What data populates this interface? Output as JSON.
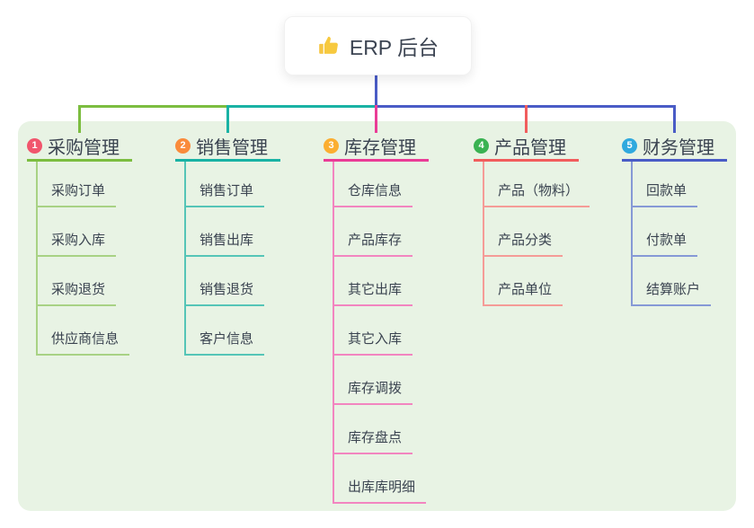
{
  "root": {
    "label": "ERP 后台",
    "icon": "thumbs-up"
  },
  "canvas": {
    "background": "#FFFFFF",
    "panel_background": "#E8F3E4",
    "root_connector_color": "#4A5CC6",
    "text_color": "#3A4350"
  },
  "branches": [
    {
      "index": "1",
      "label": "采购管理",
      "colors": {
        "badge": "#F1566D",
        "line": "#7CBD40",
        "child_line": "#A8D284"
      },
      "children": [
        "采购订单",
        "采购入库",
        "采购退货",
        "供应商信息"
      ]
    },
    {
      "index": "2",
      "label": "销售管理",
      "colors": {
        "badge": "#FA8B3B",
        "line": "#19B2A4",
        "child_line": "#55C5B7"
      },
      "children": [
        "销售订单",
        "销售出库",
        "销售退货",
        "客户信息"
      ]
    },
    {
      "index": "3",
      "label": "库存管理",
      "colors": {
        "badge": "#FBAE31",
        "line": "#EA3C96",
        "child_line": "#F285C0"
      },
      "children": [
        "仓库信息",
        "产品库存",
        "其它出库",
        "其它入库",
        "库存调拨",
        "库存盘点",
        "出库库明细"
      ]
    },
    {
      "index": "4",
      "label": "产品管理",
      "colors": {
        "badge": "#3AB252",
        "line": "#F15D5D",
        "child_line": "#F59B97"
      },
      "children": [
        "产品（物料）",
        "产品分类",
        "产品单位"
      ]
    },
    {
      "index": "5",
      "label": "财务管理",
      "colors": {
        "badge": "#2FA9DE",
        "line": "#4A5CC6",
        "child_line": "#8699D6"
      },
      "children": [
        "回款单",
        "付款单",
        "结算账户"
      ]
    }
  ]
}
